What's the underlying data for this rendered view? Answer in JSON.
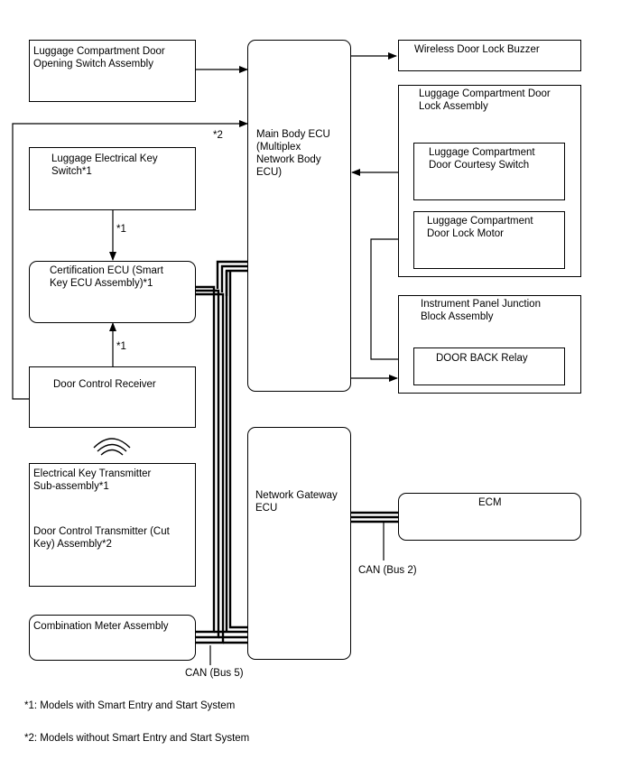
{
  "diagram": {
    "blocks": {
      "lc_door_switch": "Luggage Compartment Door\nOpening Switch Assembly",
      "luggage_key_switch": "Luggage Electrical Key\nSwitch*1",
      "cert_ecu": "Certification ECU (Smart\nKey ECU Assembly)*1",
      "door_control_receiver": "Door Control Receiver",
      "electrical_key_tx": "Electrical Key Transmitter\nSub-assembly*1",
      "door_control_tx": "Door Control Transmitter (Cut\nKey) Assembly*2",
      "combination_meter": "Combination Meter Assembly",
      "main_body_ecu": "Main Body ECU\n(Multiplex\nNetwork Body\nECU)",
      "network_gateway_ecu": "Network Gateway\nECU",
      "wireless_buzzer": "Wireless Door Lock Buzzer",
      "lc_door_lock_assy": "Luggage Compartment Door\nLock Assembly",
      "courtesy_switch": "Luggage Compartment\nDoor Courtesy Switch",
      "door_lock_motor": "Luggage Compartment\nDoor Lock Motor",
      "ipjb": "Instrument Panel Junction\nBlock Assembly",
      "door_back_relay": "DOOR BACK Relay",
      "ecm": "ECM"
    },
    "wire_labels": {
      "star2": "*2",
      "star1_top": "*1",
      "star1_bottom": "*1",
      "can_bus5": "CAN (Bus 5)",
      "can_bus2": "CAN (Bus 2)"
    },
    "footnotes": [
      "*1: Models with Smart Entry and Start System",
      "*2: Models without Smart Entry and Start System"
    ]
  }
}
